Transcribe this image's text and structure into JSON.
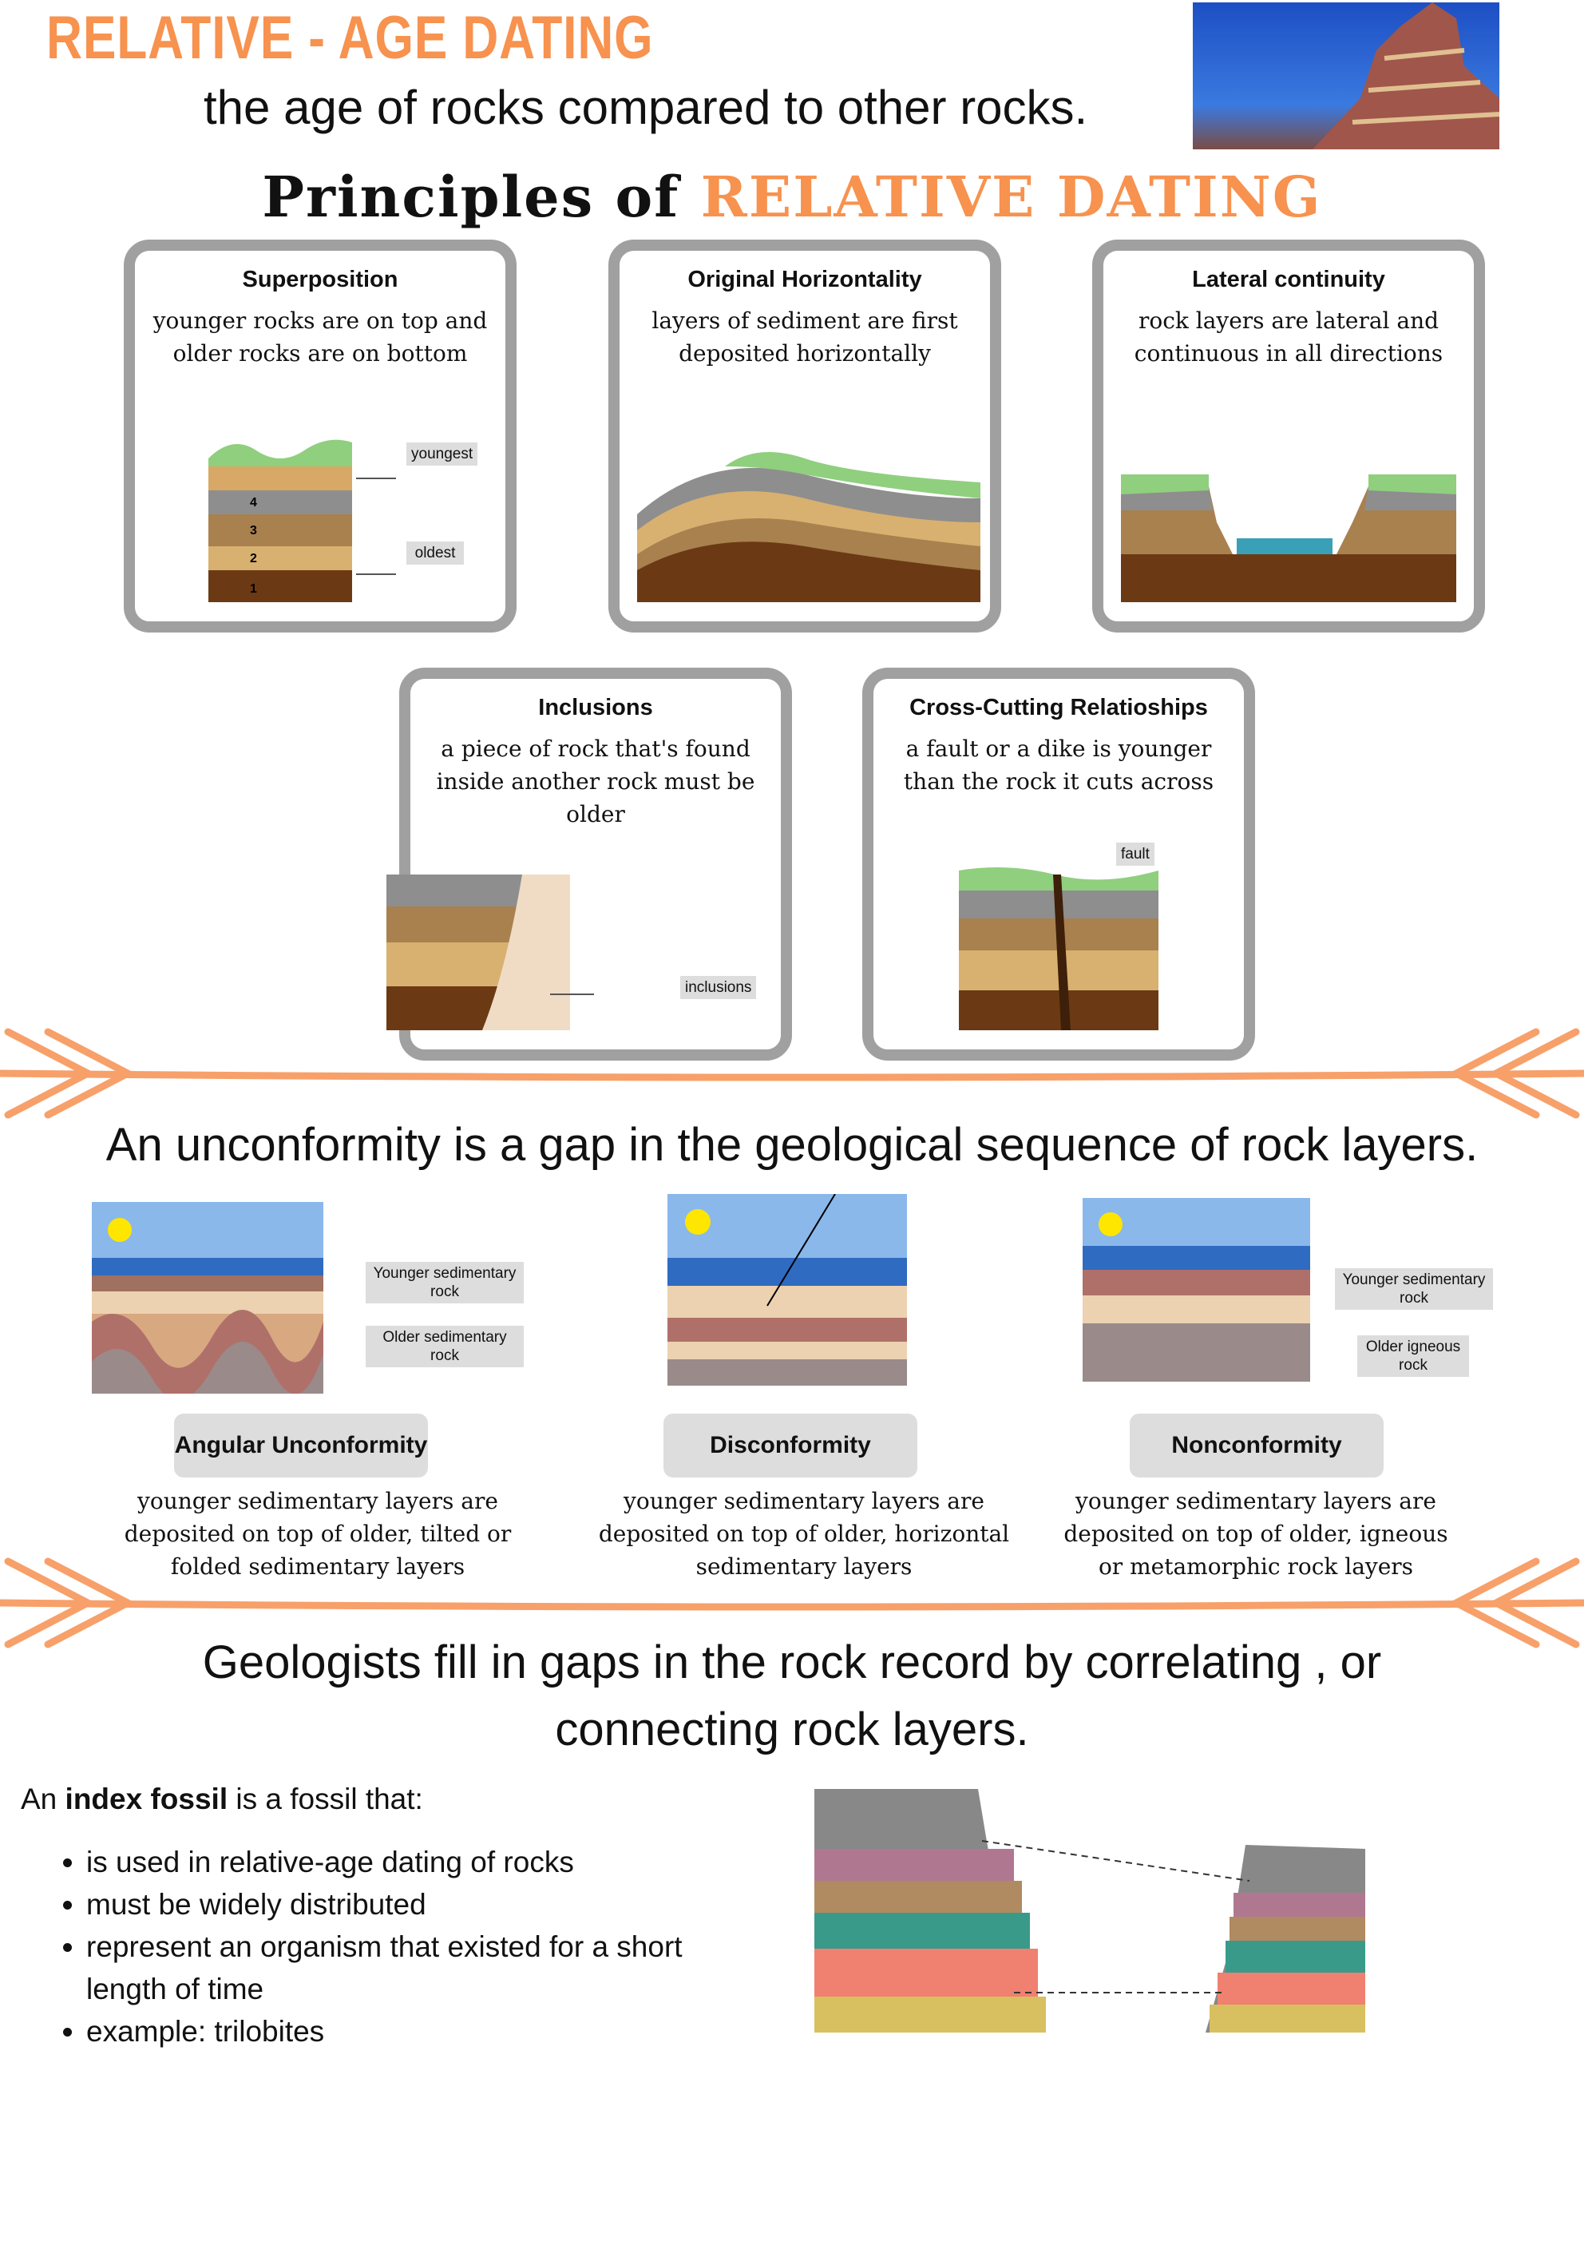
{
  "header": {
    "title": "RELATIVE - AGE DATING",
    "subtitle": "the age of rocks compared to other rocks."
  },
  "principles": {
    "heading_a": "Principles of",
    "heading_b": "RELATIVE DATING",
    "cards": [
      {
        "title": "Superposition",
        "text": "younger rocks are on top and older rocks are on bottom",
        "tags": [
          "youngest",
          "oldest"
        ]
      },
      {
        "title": "Original Horizontality",
        "text": "layers of sediment are first deposited horizontally"
      },
      {
        "title": "Lateral continuity",
        "text": "rock layers are lateral and continuous in all directions"
      },
      {
        "title": "Inclusions",
        "text": "a piece of rock that's found inside another rock must be older",
        "tags": [
          "inclusions"
        ]
      },
      {
        "title": "Cross-Cutting Relatioships",
        "text": "a fault or a dike is younger than the rock it cuts across",
        "tags": [
          "fault"
        ]
      }
    ]
  },
  "unconformity": {
    "heading": "An unconformity is a gap in the geological sequence of rock layers.",
    "types": [
      {
        "label": "Angular Unconformity",
        "desc": "younger sedimentary layers are deposited on top of older, tilted or folded sedimentary layers",
        "tags": [
          "Younger sedimentary rock",
          "Older sedimentary rock"
        ]
      },
      {
        "label": "Disconformity",
        "desc": "younger sedimentary layers are deposited on top of older, horizontal sedimentary layers"
      },
      {
        "label": "Nonconformity",
        "desc": "younger sedimentary layers are deposited on top of older, igneous or metamorphic rock layers",
        "tags": [
          "Younger sedimentary rock",
          "Older igneous rock"
        ]
      }
    ]
  },
  "correlation": {
    "heading": "Geologists fill in gaps in the rock record by correlating , or connecting rock layers.",
    "intro_a": "An ",
    "intro_b": "index fossil",
    "intro_c": " is a fossil that:",
    "bullets": [
      "is used in relative-age dating of rocks",
      "must be widely distributed",
      "represent an organism that existed for a short length of time",
      "example: trilobites"
    ]
  },
  "colors": {
    "accent": "#f7924f",
    "card_border": "#a0a0a0"
  }
}
